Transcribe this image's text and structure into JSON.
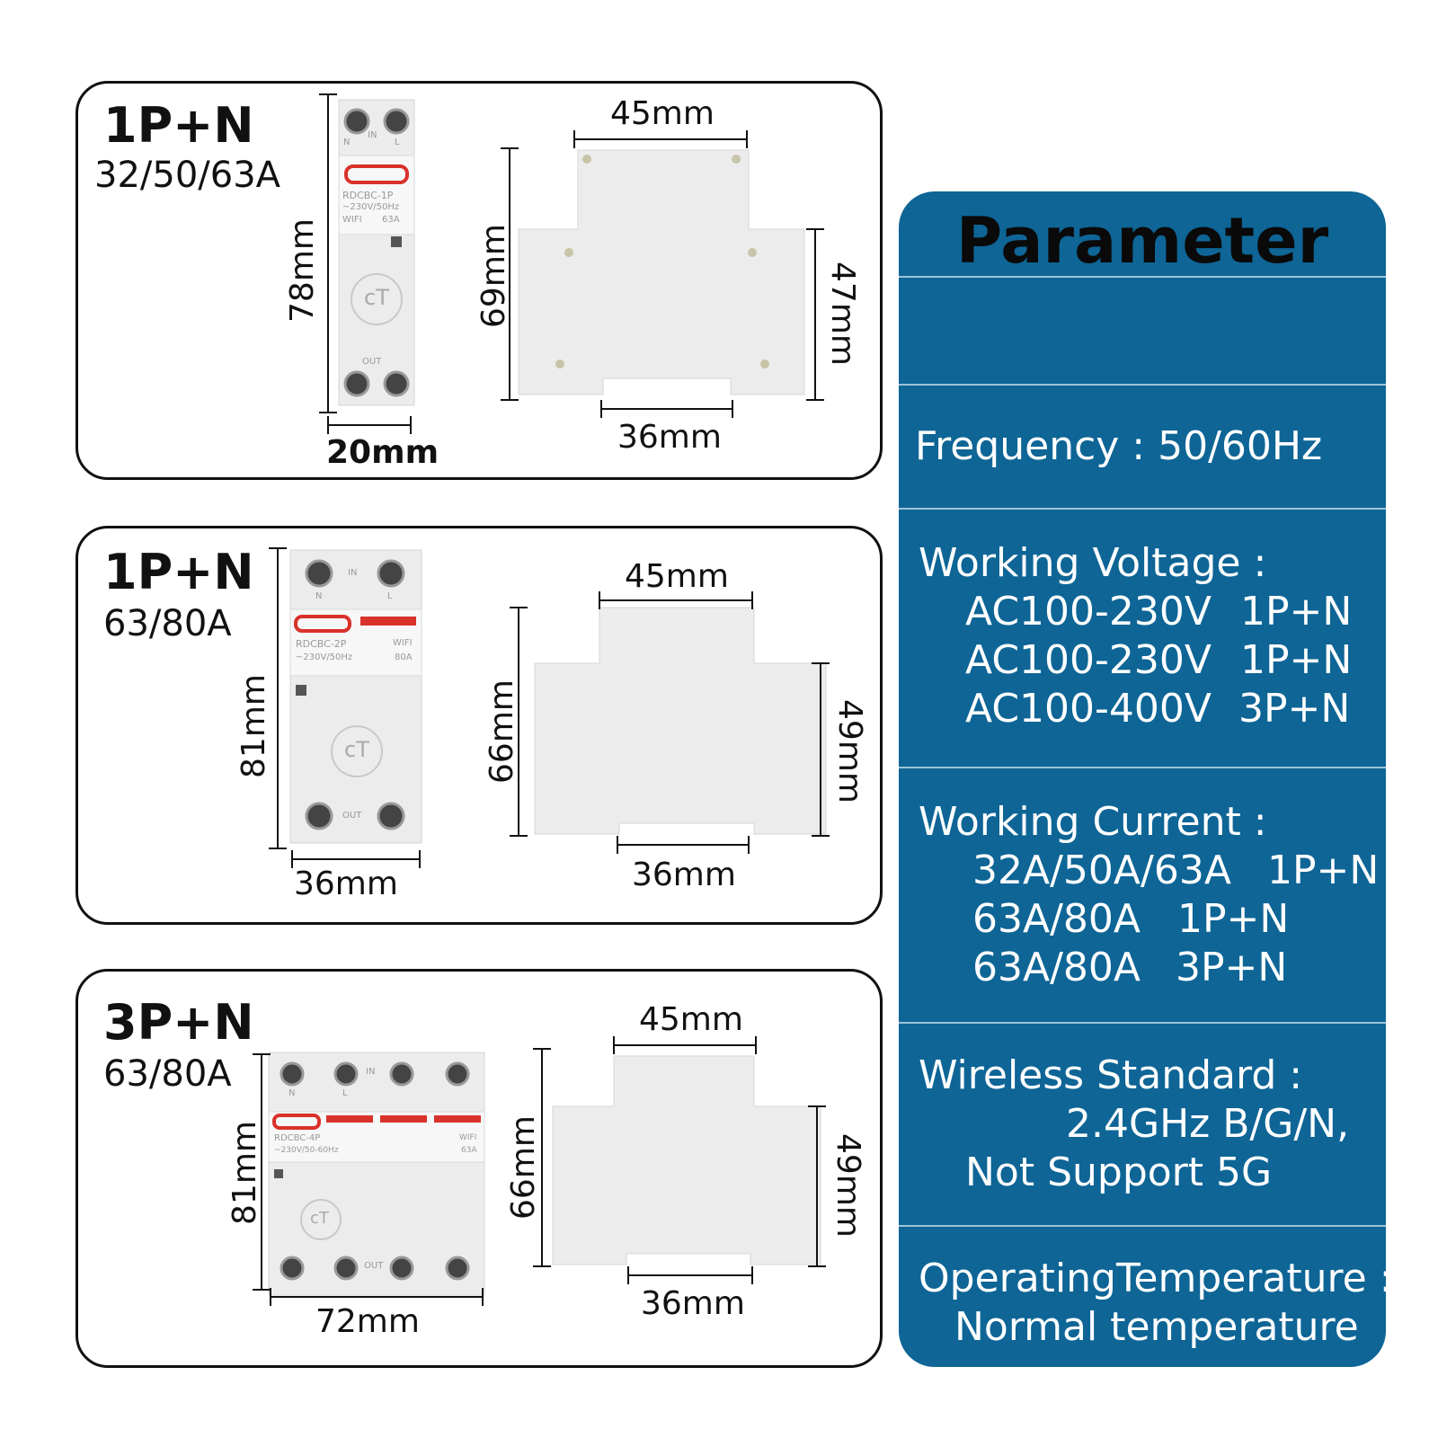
{
  "models": [
    {
      "title": "1P+N",
      "current": "32/50/63A",
      "front": {
        "height": "78mm",
        "width": "20mm",
        "label_model": "RDCBC-1P",
        "label_rating": "~230V/50Hz",
        "label_wifi": "WIFI",
        "label_amps": "63A",
        "terminal_in": "IN",
        "terminal_out": "OUT",
        "terminal_n": "N",
        "terminal_l": "L",
        "logo": "cT"
      },
      "side": {
        "top_width": "45mm",
        "height": "69mm",
        "body_height": "47mm",
        "bottom_width": "36mm"
      }
    },
    {
      "title": "1P+N",
      "current": "63/80A",
      "front": {
        "height": "81mm",
        "width": "36mm",
        "label_model": "RDCBC-2P",
        "label_rating": "~230V/50Hz",
        "label_wifi": "WIFI",
        "label_amps": "80A",
        "terminal_in": "IN",
        "terminal_out": "OUT",
        "terminal_n": "N",
        "terminal_l": "L",
        "logo": "cT"
      },
      "side": {
        "top_width": "45mm",
        "height": "66mm",
        "body_height": "49mm",
        "bottom_width": "36mm"
      }
    },
    {
      "title": "3P+N",
      "current": "63/80A",
      "front": {
        "height": "81mm",
        "width": "72mm",
        "label_model": "RDCBC-4P",
        "label_rating": "~230V/50-60Hz",
        "label_wifi": "WIFI",
        "label_amps": "63A",
        "terminal_in": "IN",
        "terminal_out": "OUT",
        "terminal_n": "N",
        "terminal_l": "L",
        "logo": "cT"
      },
      "side": {
        "top_width": "45mm",
        "height": "66mm",
        "body_height": "49mm",
        "bottom_width": "36mm"
      }
    }
  ],
  "parameter": {
    "title": "Parameter",
    "frequency": "Frequency : 50/60Hz",
    "voltage": {
      "label": "Working Voltage :",
      "rows": [
        {
          "value": "AC100-230V",
          "type": "1P+N"
        },
        {
          "value": "AC100-230V",
          "type": "1P+N"
        },
        {
          "value": "AC100-400V",
          "type": "3P+N"
        }
      ]
    },
    "current": {
      "label": "Working Current :",
      "rows": [
        {
          "value": "32A/50A/63A",
          "type": "1P+N"
        },
        {
          "value": "63A/80A",
          "type": "1P+N"
        },
        {
          "value": "63A/80A",
          "type": "3P+N"
        }
      ]
    },
    "wireless": {
      "label": "Wireless Standard :",
      "line1": "2.4GHz B/G/N,",
      "line2": "Not Support 5G"
    },
    "temperature": {
      "label": "OperatingTemperature :",
      "value": "Normal temperature"
    }
  },
  "colors": {
    "panel_bg": "#0e6596",
    "accent_red": "#d9322b",
    "device_body": "#ededed"
  }
}
